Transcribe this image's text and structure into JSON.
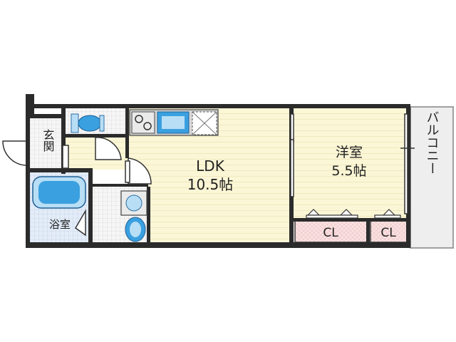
{
  "rooms": {
    "genkan": {
      "label": "玄関"
    },
    "ldk": {
      "label": "LDK",
      "size": "10.5帖"
    },
    "yoshitsu": {
      "label": "洋室",
      "size": "5.5帖"
    },
    "yokushitsu": {
      "label": "浴室"
    },
    "cl1": {
      "label": "CL"
    },
    "cl2": {
      "label": "CL"
    },
    "balcony": {
      "label": "バルコニー"
    }
  },
  "colors": {
    "wall": "#2b2b2b",
    "floor_wood": "#fbf6d6",
    "floor_bath": "#dfe9f6",
    "floor_tile": "#eeeeee",
    "closet": "#f7dcdc",
    "balcony": "#eeeeee",
    "fixture_blue": "#3aa0e0",
    "fixture_light": "#b8def5"
  },
  "icons": [
    "toilet-icon",
    "sink-icon",
    "bathtub-icon",
    "washbasin-icon",
    "stove-icon",
    "kitchen-sink-icon",
    "fridge-icon",
    "washing-machine-icon"
  ]
}
